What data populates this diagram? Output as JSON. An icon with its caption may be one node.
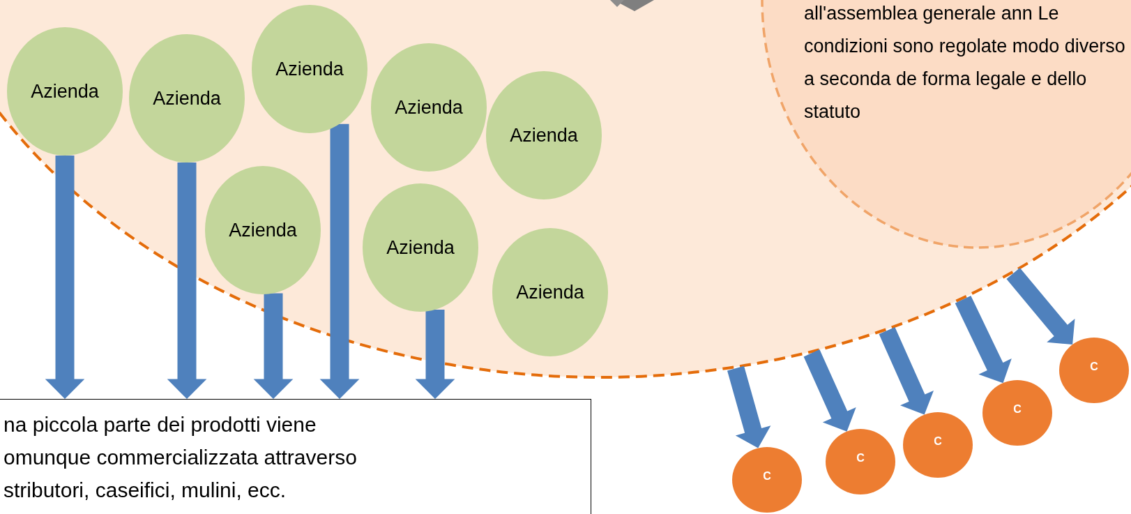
{
  "diagram": {
    "nodes": [
      {
        "text": [],
        "shape": "circle"
      },
      {
        "text": [
          "all'assemblea generale ann Le condizioni sono regolate modo diverso a seconda de forma legale e dello statuto"
        ],
        "in": 0
      },
      {
        "text": [
          "Azienda"
        ],
        "in": 0
      },
      {
        "text": [
          "Azienda"
        ],
        "in": 0
      },
      {
        "text": [
          "Azienda"
        ],
        "in": 0
      },
      {
        "text": [
          "Azienda"
        ],
        "in": 0
      },
      {
        "text": [
          "Azienda"
        ],
        "in": 0
      },
      {
        "text": [
          "Azienda"
        ],
        "in": 0
      },
      {
        "text": [
          "Azienda"
        ],
        "in": 0
      },
      {
        "text": [
          "Azienda"
        ],
        "in": 0
      },
      {
        "text": [
          "na piccola parte dei prodotti viene omunque commercializzata attraverso stributori, caseifici, mulini, ecc."
        ]
      },
      {
        "text": [
          "C"
        ]
      },
      {
        "text": [
          "C"
        ]
      },
      {
        "text": [
          "C"
        ]
      },
      {
        "text": [
          "C"
        ]
      },
      {
        "text": [
          "C"
        ]
      }
    ],
    "edges": [
      {
        "from": 2,
        "to": 10,
        "arrow": "to"
      },
      {
        "from": 3,
        "to": 10,
        "arrow": "to"
      },
      {
        "from": 7,
        "to": 10,
        "arrow": "to"
      },
      {
        "from": 4,
        "to": 10,
        "arrow": "to"
      },
      {
        "from": 8,
        "to": 10,
        "arrow": "to"
      },
      {
        "from": 0,
        "to": 11,
        "arrow": "to"
      },
      {
        "from": 0,
        "to": 12,
        "arrow": "to"
      },
      {
        "from": 0,
        "to": 13,
        "arrow": "to"
      },
      {
        "from": 0,
        "to": 14,
        "arrow": "to"
      },
      {
        "from": 0,
        "to": 15,
        "arrow": "to"
      }
    ]
  }
}
